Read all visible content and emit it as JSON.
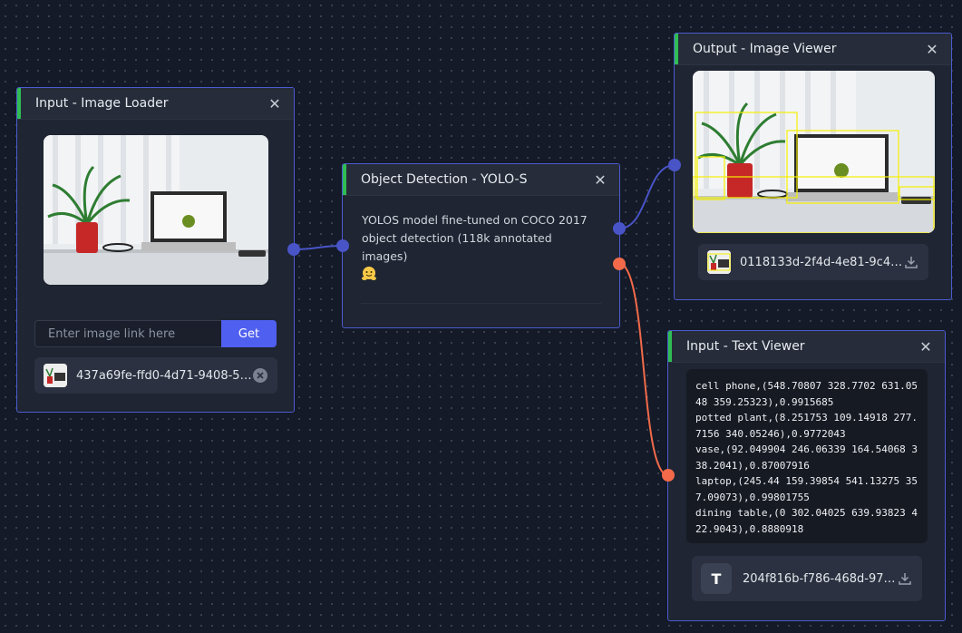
{
  "colors": {
    "accent": "#4f5ff0",
    "node_border": "#4b5bd0",
    "status_green": "#2fbd54",
    "port_blue": "#4954c7",
    "port_orange": "#f26a4a"
  },
  "image_loader": {
    "title": "Input - Image Loader",
    "input_placeholder": "Enter image link here",
    "get_label": "Get",
    "file_name": "437a69fe-ffd0-4d71-9408-5a0..."
  },
  "object_detection": {
    "title": "Object Detection - YOLO-S",
    "description": "YOLOS model fine-tuned on COCO 2017 object detection (118k annotated images)",
    "icon": "hugging-face-icon"
  },
  "image_viewer": {
    "title": "Output - Image Viewer",
    "file_name": "0118133d-2f4d-4e81-9c40-..."
  },
  "text_viewer": {
    "title": "Input - Text Viewer",
    "content": "cell phone,(548.70807 328.7702 631.0548 359.25323),0.9915685\npotted plant,(8.251753 109.14918 277.7156 340.05246),0.9772043\nvase,(92.049904 246.06339 164.54068 338.2041),0.87007916\nlaptop,(245.44 159.39854 541.13275 357.09073),0.99801755\ndining table,(0 302.04025 639.93823 422.9043),0.8880918",
    "file_icon_letter": "T",
    "file_name": "204f816b-f786-468d-97a..."
  }
}
